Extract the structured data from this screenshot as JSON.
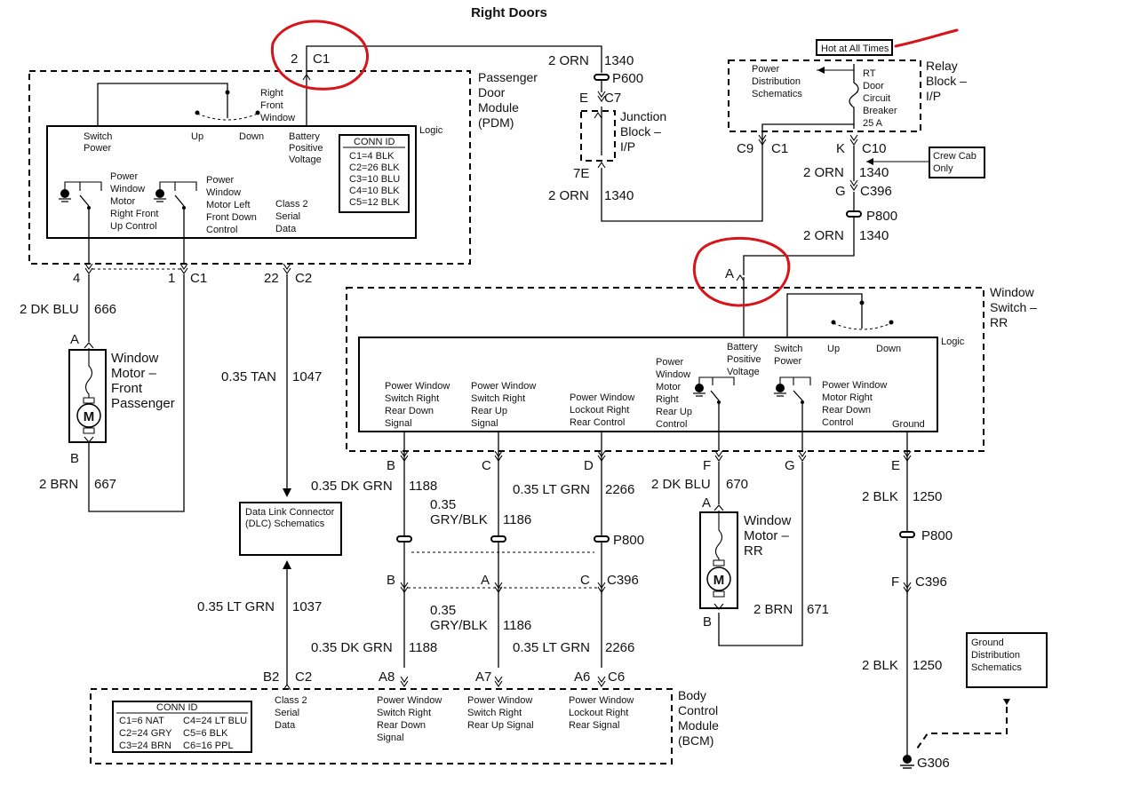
{
  "title": "Right Doors",
  "hot": "Hot at All Times",
  "pdm": {
    "name": "Passenger Door Module (PDM)",
    "logic": "Logic",
    "switch_power": "Switch Power",
    "right_front_window": "Right Front Window",
    "up": "Up",
    "down": "Down",
    "batt": "Battery Positive Voltage",
    "pwm_up": "Power Window Motor Right Front Up Control",
    "pwm_down": "Power Window Motor Left Front Down Control",
    "class2": "Class 2 Serial Data",
    "conn_id": {
      "title": "CONN ID",
      "lines": [
        "C1=4 BLK",
        "C2=26 BLK",
        "C3=10 BLU",
        "C4=10 BLK",
        "C5=12 BLK"
      ]
    },
    "pin_c1_top": "2",
    "conn_c1": "C1",
    "pin_4": "4",
    "pin_1": "1",
    "pin_22": "22",
    "conn_c2": "C2"
  },
  "wires": {
    "w1340a": "2 ORN",
    "n1340": "1340",
    "p600": "P600",
    "e": "E",
    "c7": "C7",
    "seven_e": "7E",
    "w666": "2 DK BLU",
    "n666": "666",
    "w667": "2 BRN",
    "n667": "667",
    "w1047": "0.35 TAN",
    "n1047": "1047",
    "w1037": "0.35 LT GRN",
    "n1037": "1037",
    "w1188": "0.35 DK GRN",
    "n1188": "1188",
    "w1186a": "0.35",
    "w1186b": "GRY/BLK",
    "n1186": "1186",
    "w2266": "0.35 LT GRN",
    "n2266": "2266",
    "w670": "2 DK BLU",
    "n670": "670",
    "w671": "2 BRN",
    "n671": "671",
    "w1250": "2 BLK",
    "n1250": "1250",
    "p800": "P800",
    "c396": "C396"
  },
  "junction": {
    "name": "Junction Block – I/P"
  },
  "relay": {
    "name": "Relay Block – I/P",
    "pds": "Power Distribution Schematics",
    "breaker": "RT Door Circuit Breaker 25 A",
    "c9": "C9",
    "c1": "C1",
    "k": "K",
    "c10": "C10",
    "g": "G"
  },
  "crew_cab": "Crew Cab Only",
  "front_motor": {
    "name": "Window Motor – Front Passenger",
    "a": "A",
    "b": "B",
    "m": "M"
  },
  "rear_motor": {
    "name": "Window Motor – RR",
    "a": "A",
    "b": "B",
    "m": "M"
  },
  "dlc": "Data Link Connector (DLC) Schematics",
  "wsrr": {
    "name": "Window Switch – RR",
    "logic": "Logic",
    "a": "A",
    "batt": "Battery Positive Voltage",
    "switch_power": "Switch Power",
    "up": "Up",
    "down": "Down",
    "rear_down_signal": "Power Window Switch Right Rear Down Signal",
    "rear_up_signal": "Power Window Switch Right Rear Up Signal",
    "lockout": "Power Window Lockout Right Rear Control",
    "motor_up": "Power Window Motor Right Rear Up Control",
    "motor_down": "Power Window Motor Right Rear Down Control",
    "ground": "Ground",
    "pins": [
      "B",
      "C",
      "D",
      "F",
      "G",
      "E"
    ]
  },
  "p800_bot": {
    "b": "B",
    "a": "A",
    "c": "C"
  },
  "bcm": {
    "name": "Body Control Module (BCM)",
    "conn_id": {
      "title": "CONN ID",
      "lines": [
        "C1=6 NAT",
        "C2=24 GRY",
        "C3=24 BRN",
        "C4=24 LT BLU",
        "C5=6 BLK",
        "C6=16 PPL"
      ]
    },
    "class2": "Class 2 Serial Data",
    "rear_down": "Power Window Switch Right Rear Down Signal",
    "rear_up": "Power Window Switch Right Rear Up Signal",
    "lockout": "Power Window Lockout Right Rear Signal",
    "b2": "B2",
    "c2": "C2",
    "a8": "A8",
    "a7": "A7",
    "a6": "A6",
    "c6": "C6"
  },
  "gds": "Ground Distribution Schematics",
  "ground": "G306",
  "f": "F"
}
